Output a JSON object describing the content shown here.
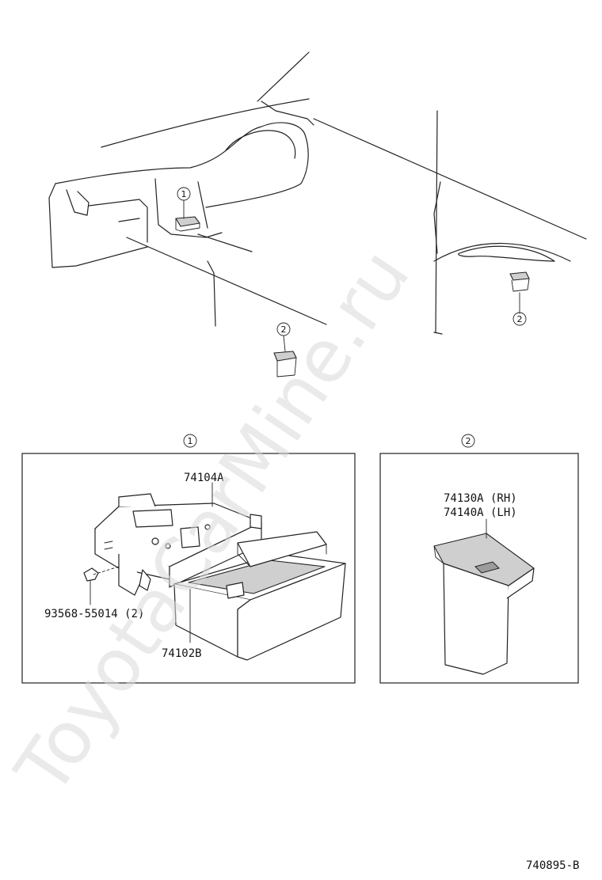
{
  "watermark": "ToyotaCarMine.ru",
  "callouts": {
    "one": "1",
    "two": "2"
  },
  "parts": {
    "bracket": "74104A",
    "bolt": "93568-55014 (2)",
    "drawer": "74102B",
    "side_rh": "74130A (RH)",
    "side_lh": "74140A (LH)"
  },
  "figure_code": "740895-B"
}
